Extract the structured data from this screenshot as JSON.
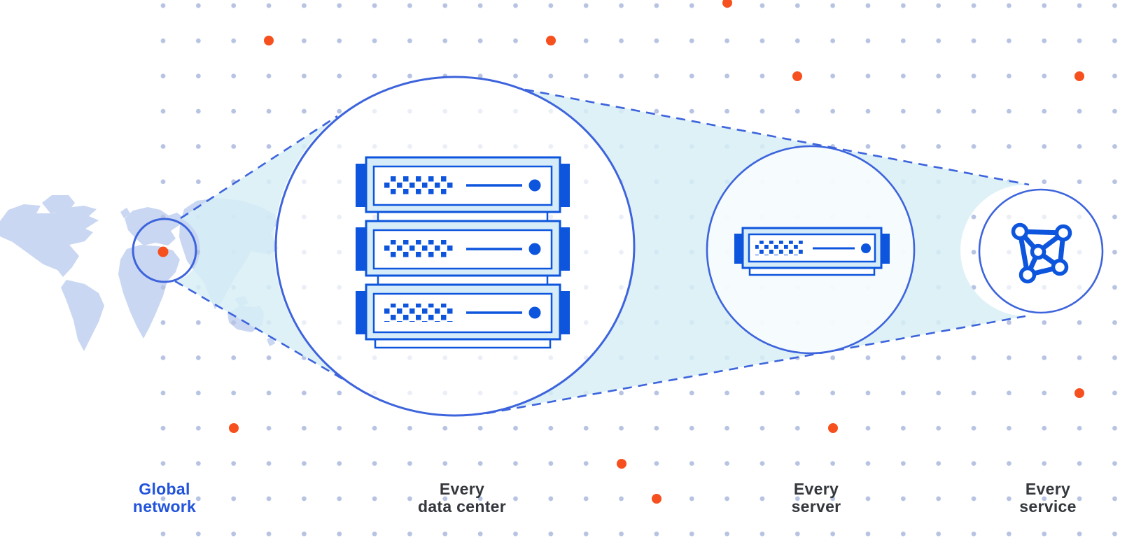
{
  "colors": {
    "canvas-bg": "#ffffff",
    "grid-dot": "#b7c3e2",
    "accent-orange": "#f6501e",
    "line-blue": "#3d64dc",
    "cone-fill": "#d7eef6",
    "artwork-blue": "#0d55dd",
    "artwork-light": "#d6ecf9",
    "map-fill": "#c9d7f2",
    "caption-dark": "#34373c",
    "caption-blue": "#2153dc"
  },
  "captions": {
    "global_network": {
      "line1": "Global",
      "line2": "network"
    },
    "every_data_center": {
      "line1": "Every",
      "line2": "data center"
    },
    "every_server": {
      "line1": "Every",
      "line2": "server"
    },
    "every_service": {
      "line1": "Every",
      "line2": "service"
    }
  },
  "icons": {
    "world-map": "light blue continent silhouettes",
    "location-marker": "orange dot over Europe inside focus circle",
    "server-rack": "three stacked server units in magnified circle",
    "server": "single server unit in circle",
    "network-mesh": "five-node connected graph in circle",
    "accent-dots": "orange dots scattered on background dot grid"
  }
}
